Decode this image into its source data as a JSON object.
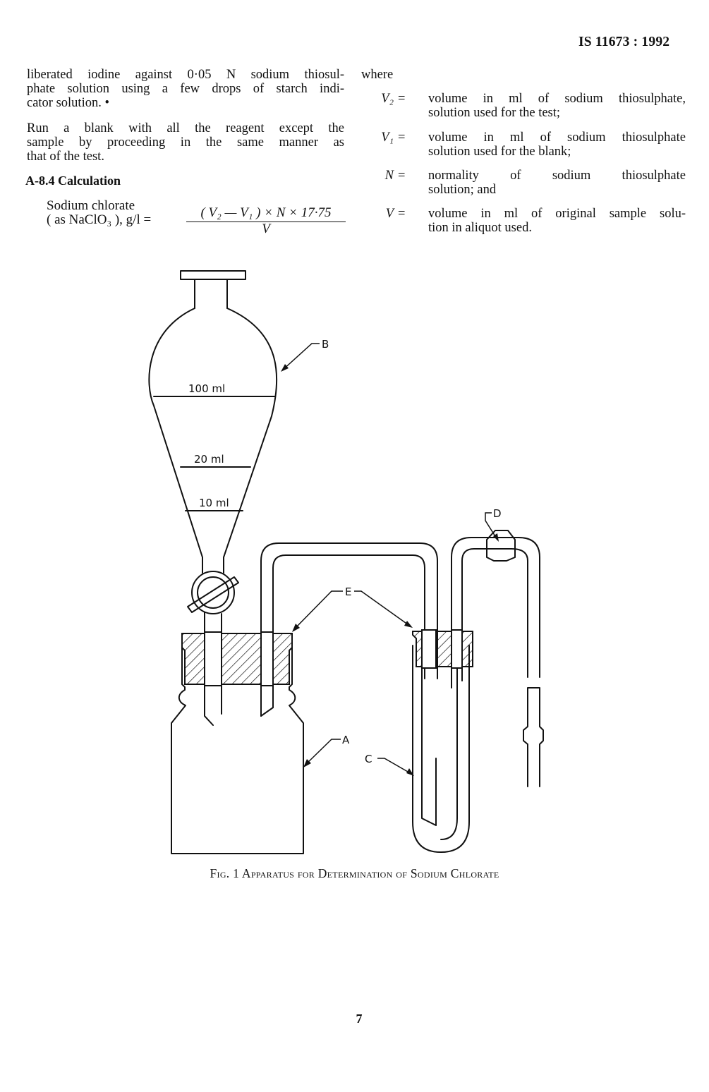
{
  "header": {
    "standard_number": "IS 11673 : 1992"
  },
  "left_column": {
    "para1_lines": [
      "liberated iodine against 0·05 N sodium thiosul-",
      "phate solution using a few drops of starch indi-",
      "cator solution.  •"
    ],
    "para2_lines": [
      "Run a blank with all the reagent except the",
      "sample by proceeding in the same manner as",
      "that of the test."
    ],
    "section_number": "A-8.4",
    "section_title": "Calculation",
    "formula": {
      "lhs_line1": "Sodium  chlorate",
      "lhs_line2": "( as  NaClO₃ ),  g/l  =",
      "numerator": "( V₂ — V₁ )  ×  N  ×  17·75",
      "denominator": "V"
    }
  },
  "right_column": {
    "where_label": "where",
    "definitions": [
      {
        "symbol": "V₂",
        "equals": "=",
        "lines": [
          "volume  in ml of sodium  thiosulphate,",
          "solution used for the test;"
        ]
      },
      {
        "symbol": "V₁",
        "equals": "=",
        "lines": [
          "volume  in ml of sodium  thiosulphate",
          "solution used for the blank;"
        ]
      },
      {
        "symbol": "N",
        "equals": "=",
        "lines": [
          "normality  of   sodium   thiosulphate",
          "solution; and"
        ]
      },
      {
        "symbol": "V",
        "equals": "=",
        "lines": [
          "volume  in ml of original  sample solu-",
          "tion in aliquot used."
        ]
      }
    ]
  },
  "figure": {
    "labels": {
      "graduation_100": "100 ml",
      "graduation_20": "20 ml",
      "graduation_10": "10 ml",
      "label_A": "A",
      "label_B": "B",
      "label_C": "C",
      "label_D": "D",
      "label_E": "E"
    },
    "caption": "Fig. 1  Apparatus for Determination of Sodium Chlorate"
  },
  "footer": {
    "page_number": "7"
  }
}
